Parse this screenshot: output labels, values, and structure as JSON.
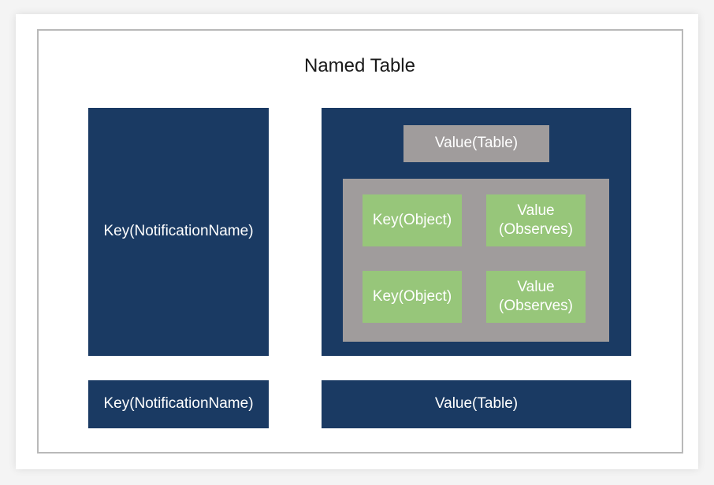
{
  "diagram": {
    "title": "Named Table",
    "top_left_key": "Key(NotificationName)",
    "top_right_value_label": "Value(Table)",
    "inner_table": {
      "rows": [
        {
          "key": "Key(Object)",
          "value_line1": "Value",
          "value_line2": "(Observes)"
        },
        {
          "key": "Key(Object)",
          "value_line1": "Value",
          "value_line2": "(Observes)"
        }
      ]
    },
    "bottom_key": "Key(NotificationName)",
    "bottom_value": "Value(Table)"
  },
  "colors": {
    "navy": "#1a3a63",
    "gray": "#a09c9c",
    "green": "#97c67a",
    "frame_border": "#b9b9b9"
  }
}
